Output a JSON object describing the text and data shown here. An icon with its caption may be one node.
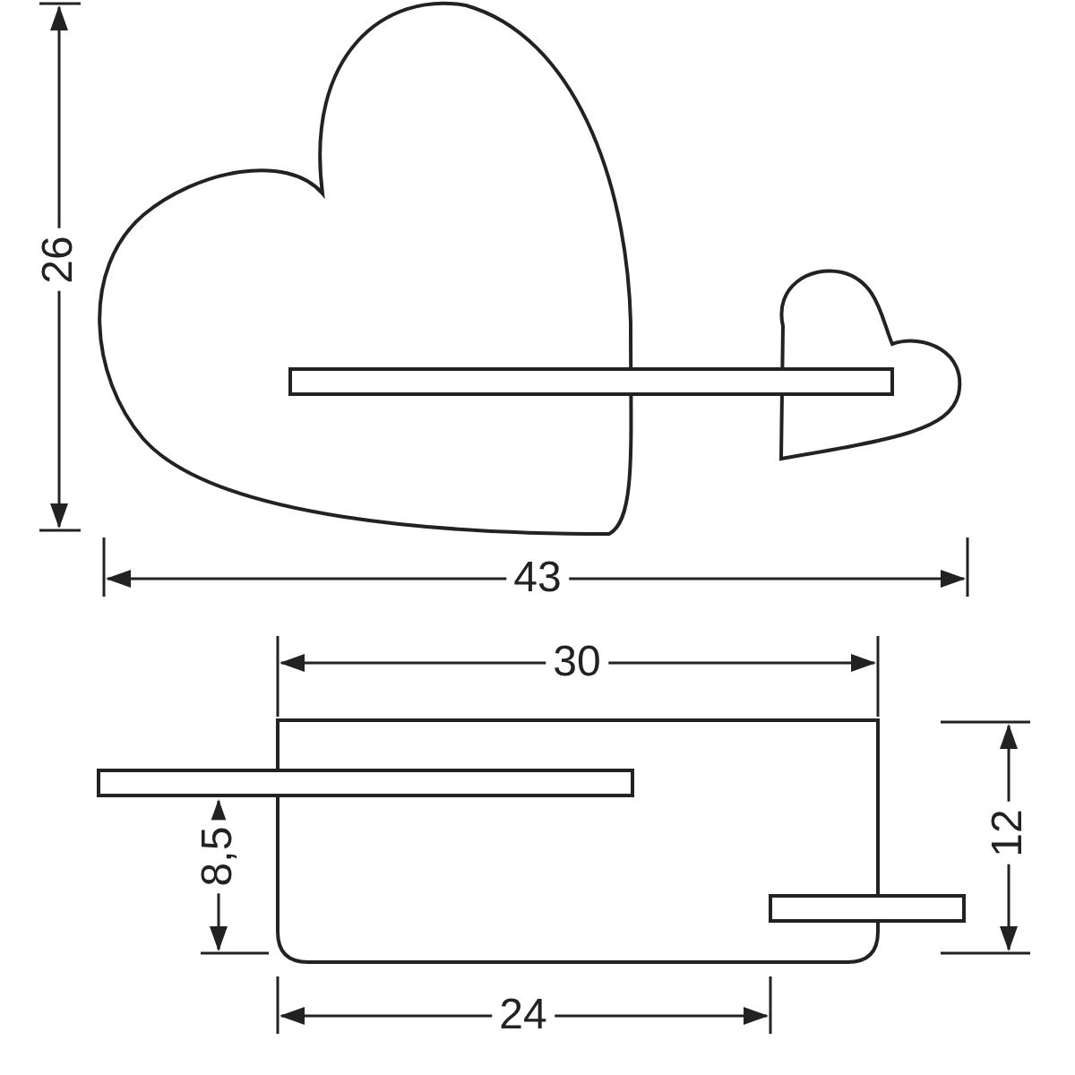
{
  "diagram": {
    "labels": [
      "26",
      "43",
      "30",
      "12",
      "8,5",
      "24"
    ]
  }
}
